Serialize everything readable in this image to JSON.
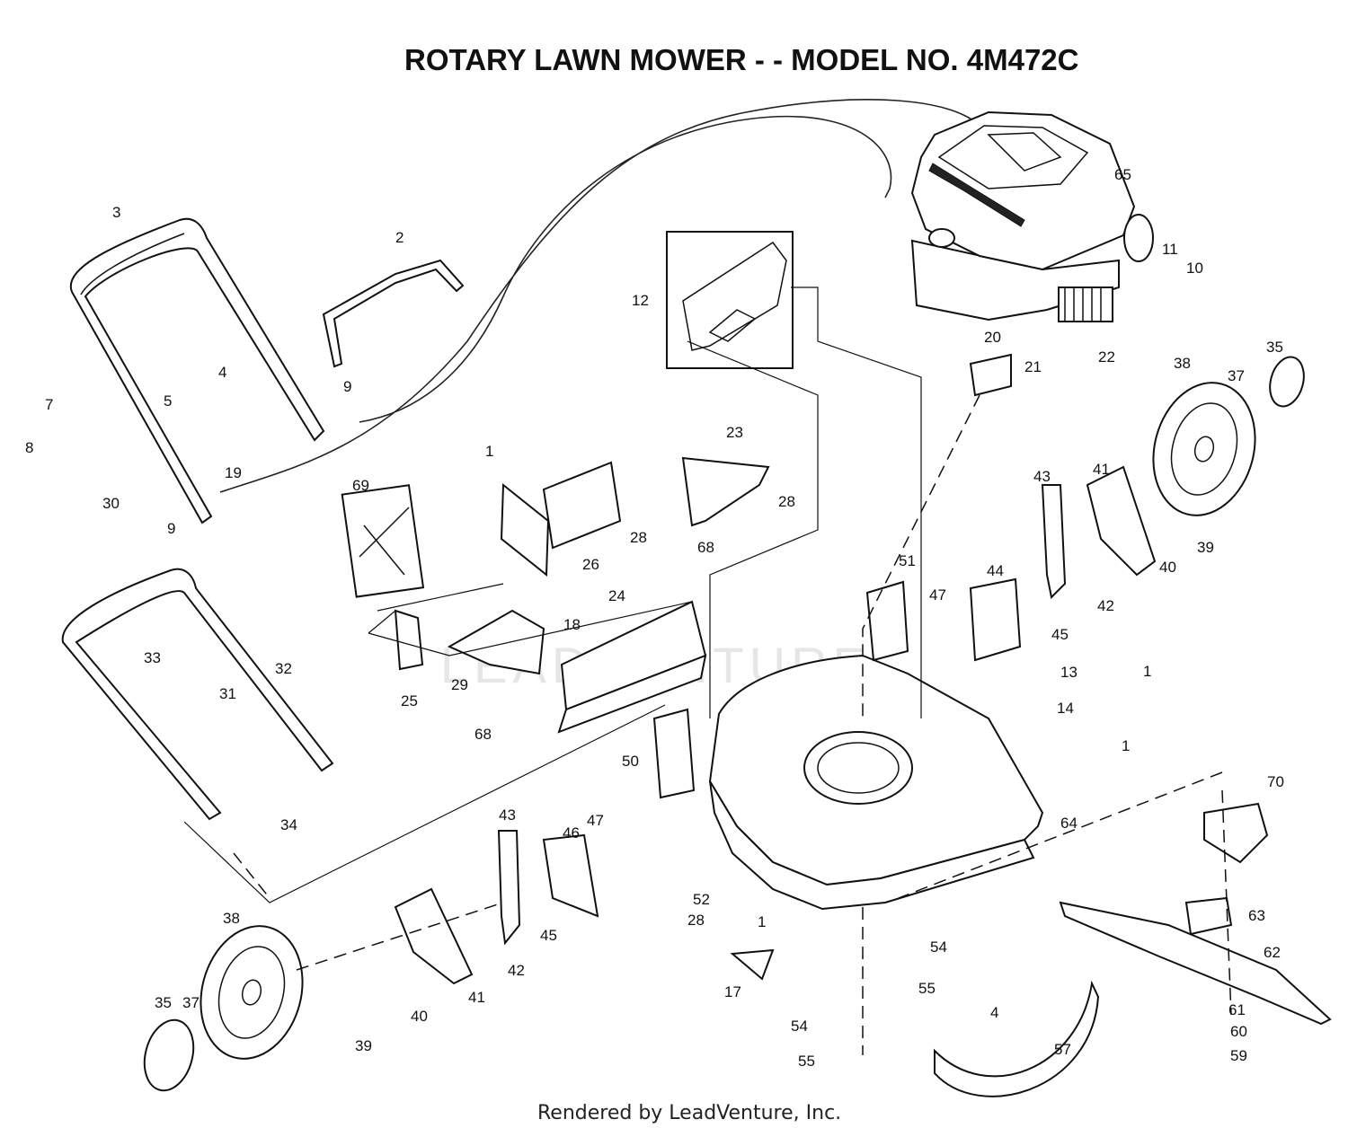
{
  "title": "ROTARY LAWN MOWER - - MODEL NO. 4M472C",
  "footer": "Rendered by LeadVenture, Inc.",
  "watermark": "LEADVENTURE",
  "callouts": [
    "1",
    "1",
    "1",
    "1",
    "2",
    "3",
    "4",
    "4",
    "5",
    "7",
    "8",
    "9",
    "9",
    "10",
    "11",
    "12",
    "13",
    "14",
    "17",
    "18",
    "19",
    "20",
    "21",
    "22",
    "23",
    "24",
    "25",
    "26",
    "28",
    "28",
    "28",
    "29",
    "30",
    "31",
    "32",
    "33",
    "34",
    "35",
    "35",
    "37",
    "37",
    "38",
    "38",
    "39",
    "39",
    "40",
    "40",
    "41",
    "41",
    "42",
    "42",
    "43",
    "43",
    "44",
    "45",
    "45",
    "46",
    "47",
    "47",
    "50",
    "51",
    "52",
    "54",
    "54",
    "55",
    "55",
    "57",
    "59",
    "60",
    "61",
    "62",
    "63",
    "64",
    "65",
    "68",
    "68",
    "69",
    "70"
  ]
}
